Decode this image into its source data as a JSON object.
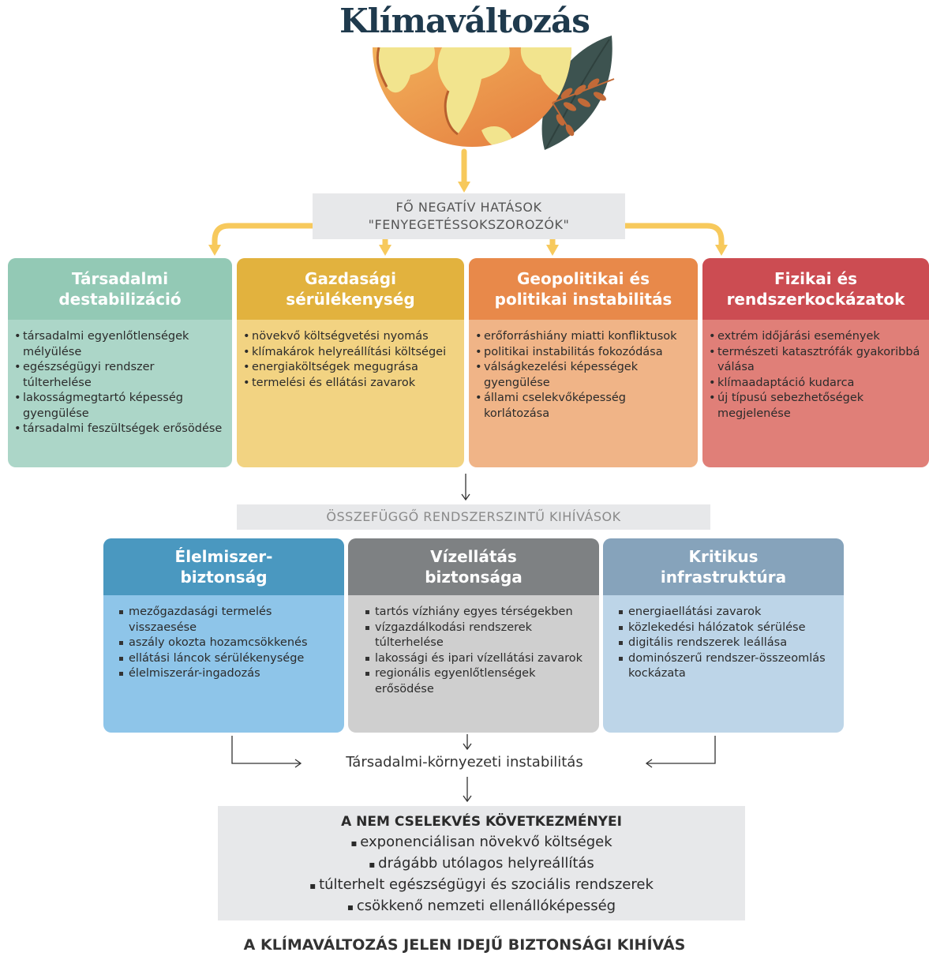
{
  "title": "Klímaváltozás",
  "top_banner": {
    "line1": "FŐ NEGATÍV HATÁSOK",
    "line2": "\"FENYEGETÉSSOKSZOROZÓK\""
  },
  "impacts": [
    {
      "title_l1": "Társadalmi",
      "title_l2": "destabilizáció",
      "head_color": "#93c9b5",
      "body_color": "#acd6c8",
      "items": [
        "társadalmi egyenlőtlenségek mélyülése",
        "egészségügyi rendszer túlterhelése",
        "lakosságmegtartó képesség gyengülése",
        "társadalmi feszültségek erősödése"
      ]
    },
    {
      "title_l1": "Gazdasági",
      "title_l2": "sérülékenység",
      "head_color": "#e2b23e",
      "body_color": "#f2d382",
      "items": [
        "növekvő költségvetési nyomás",
        "klímakárok helyreállítási költségei",
        "energiaköltségek megugrása",
        "termelési és ellátási zavarok"
      ]
    },
    {
      "title_l1": "Geopolitikai és",
      "title_l2": "politikai instabilitás",
      "head_color": "#e8894a",
      "body_color": "#f0b487",
      "items": [
        "erőforráshiány miatti konfliktusok",
        "politikai instabilitás fokozódása",
        "válságkezelési képességek gyengülése",
        "állami cselekvőképesség korlátozása"
      ]
    },
    {
      "title_l1": "Fizikai és",
      "title_l2": "rendszerkockázatok",
      "head_color": "#cc4c52",
      "body_color": "#e07f78",
      "items": [
        "extrém időjárási események",
        "természeti katasztrófák gyakoribbá válása",
        "klímaadaptáció kudarca",
        "új típusú sebezhetőségek megjelenése"
      ]
    }
  ],
  "mid_banner": "ÖSSZEFÜGGŐ RENDSZERSZINTŰ KIHÍVÁSOK",
  "challenges": [
    {
      "title_l1": "Élelmiszer-",
      "title_l2": "biztonság",
      "head_color": "#4a98c0",
      "body_color": "#8ec5e9",
      "items": [
        "mezőgazdasági termelés visszaesése",
        "aszály okozta hozamcsökkenés",
        "ellátási láncok sérülékenysége",
        "élelmiszerár-ingadozás"
      ]
    },
    {
      "title_l1": "Vízellátás",
      "title_l2": "biztonsága",
      "head_color": "#7e8183",
      "body_color": "#cfcfcf",
      "items": [
        "tartós vízhiány egyes térségekben",
        "vízgazdálkodási rendszerek túlterhelése",
        "lakossági és ipari vízellátási zavarok",
        "regionális egyenlőtlenségek erősödése"
      ]
    },
    {
      "title_l1": "Kritikus",
      "title_l2": "infrastruktúra",
      "head_color": "#86a3bb",
      "body_color": "#bdd5e8",
      "items": [
        "energiaellátási zavarok",
        "közlekedési hálózatok sérülése",
        "digitális rendszerek leállása",
        "dominószerű rendszer-összeomlás kockázata"
      ]
    }
  ],
  "instability": "Társadalmi-környezeti instabilitás",
  "consequences": {
    "title": "A NEM CSELEKVÉS KÖVETKEZMÉNYEI",
    "items": [
      "exponenciálisan növekvő költségek",
      "drágább utólagos helyreállítás",
      "túlterhelt egészségügyi és szociális rendszerek",
      "csökkenő nemzeti ellenállóképesség"
    ]
  },
  "footer": "A KLÍMAVÁLTOZÁS JELEN IDEJŰ BIZTONSÁGI KIHÍVÁS"
}
